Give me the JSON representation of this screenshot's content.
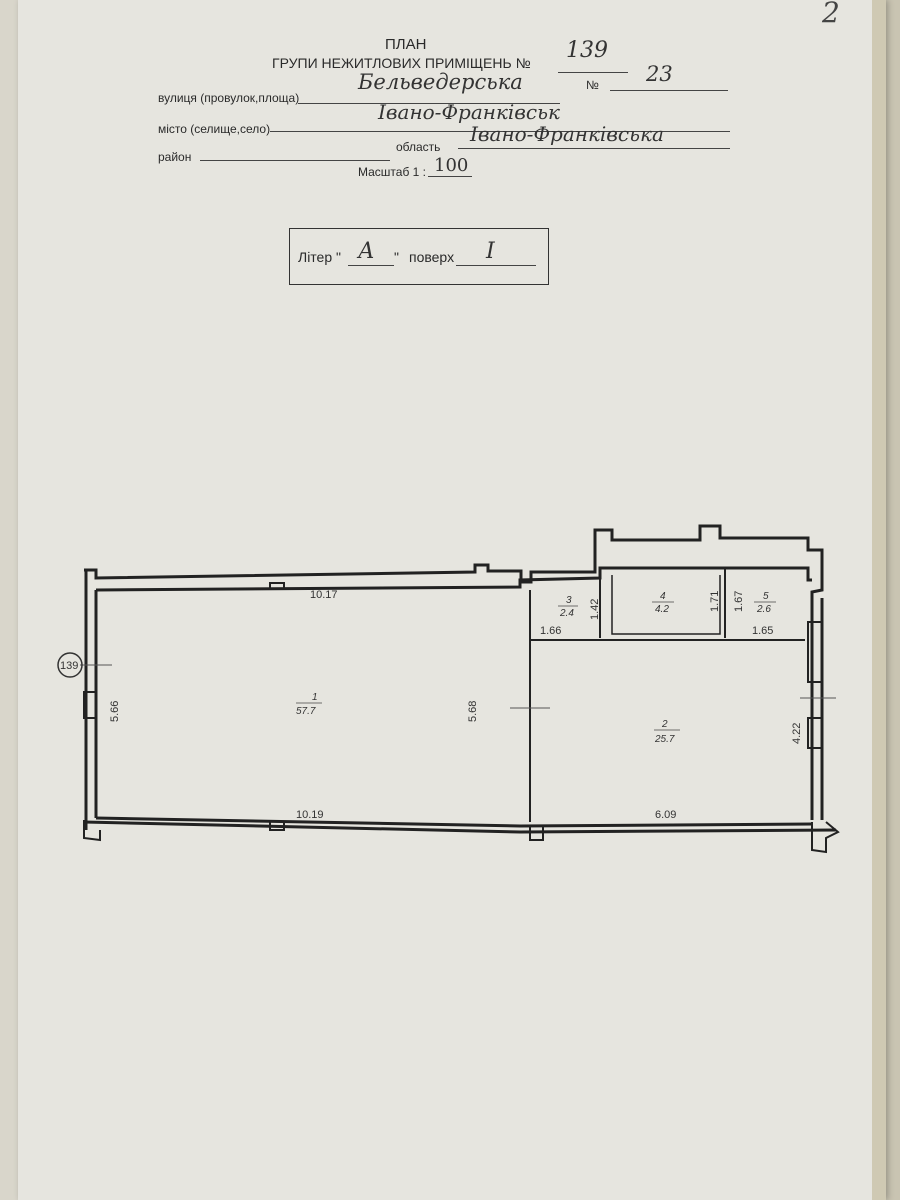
{
  "header": {
    "title": "ПЛАН",
    "subtitle": "ГРУПИ НЕЖИТЛОВИХ ПРИМІЩЕНЬ №",
    "group_number": "139",
    "street_label": "вулиця (провулок,площа)",
    "street_value": "Бельведерська",
    "number_label": "№",
    "number_value": "23",
    "city_label": "місто (селище,село)",
    "city_value": "Івано-Франківськ",
    "district_label": "район",
    "region_label": "область",
    "region_value": "Івано-Франківська",
    "scale_label": "Масштаб 1 :",
    "scale_value": "100",
    "corner_mark": "2"
  },
  "litera_box": {
    "litera_label": "Літер \"",
    "litera_value": "А",
    "litera_close": "\"",
    "floor_label": "поверх",
    "floor_value": "І"
  },
  "plan": {
    "group_marker": "139",
    "rooms": [
      {
        "number": "1",
        "area": "57.7"
      },
      {
        "number": "2",
        "area": "25.7"
      },
      {
        "number": "3",
        "area": "2.4"
      },
      {
        "number": "4",
        "area": "4.2"
      },
      {
        "number": "5",
        "area": "2.6"
      }
    ],
    "dimensions": {
      "top_left": "10.17",
      "bottom_left": "10.19",
      "bottom_right": "6.09",
      "left_height": "5.66",
      "mid_height": "5.68",
      "right_height": "4.22",
      "room3_width": "1.66",
      "room3_height": "1.42",
      "room4_height": "1.71",
      "room5_height": "1.67",
      "room5_width": "1.65"
    }
  }
}
